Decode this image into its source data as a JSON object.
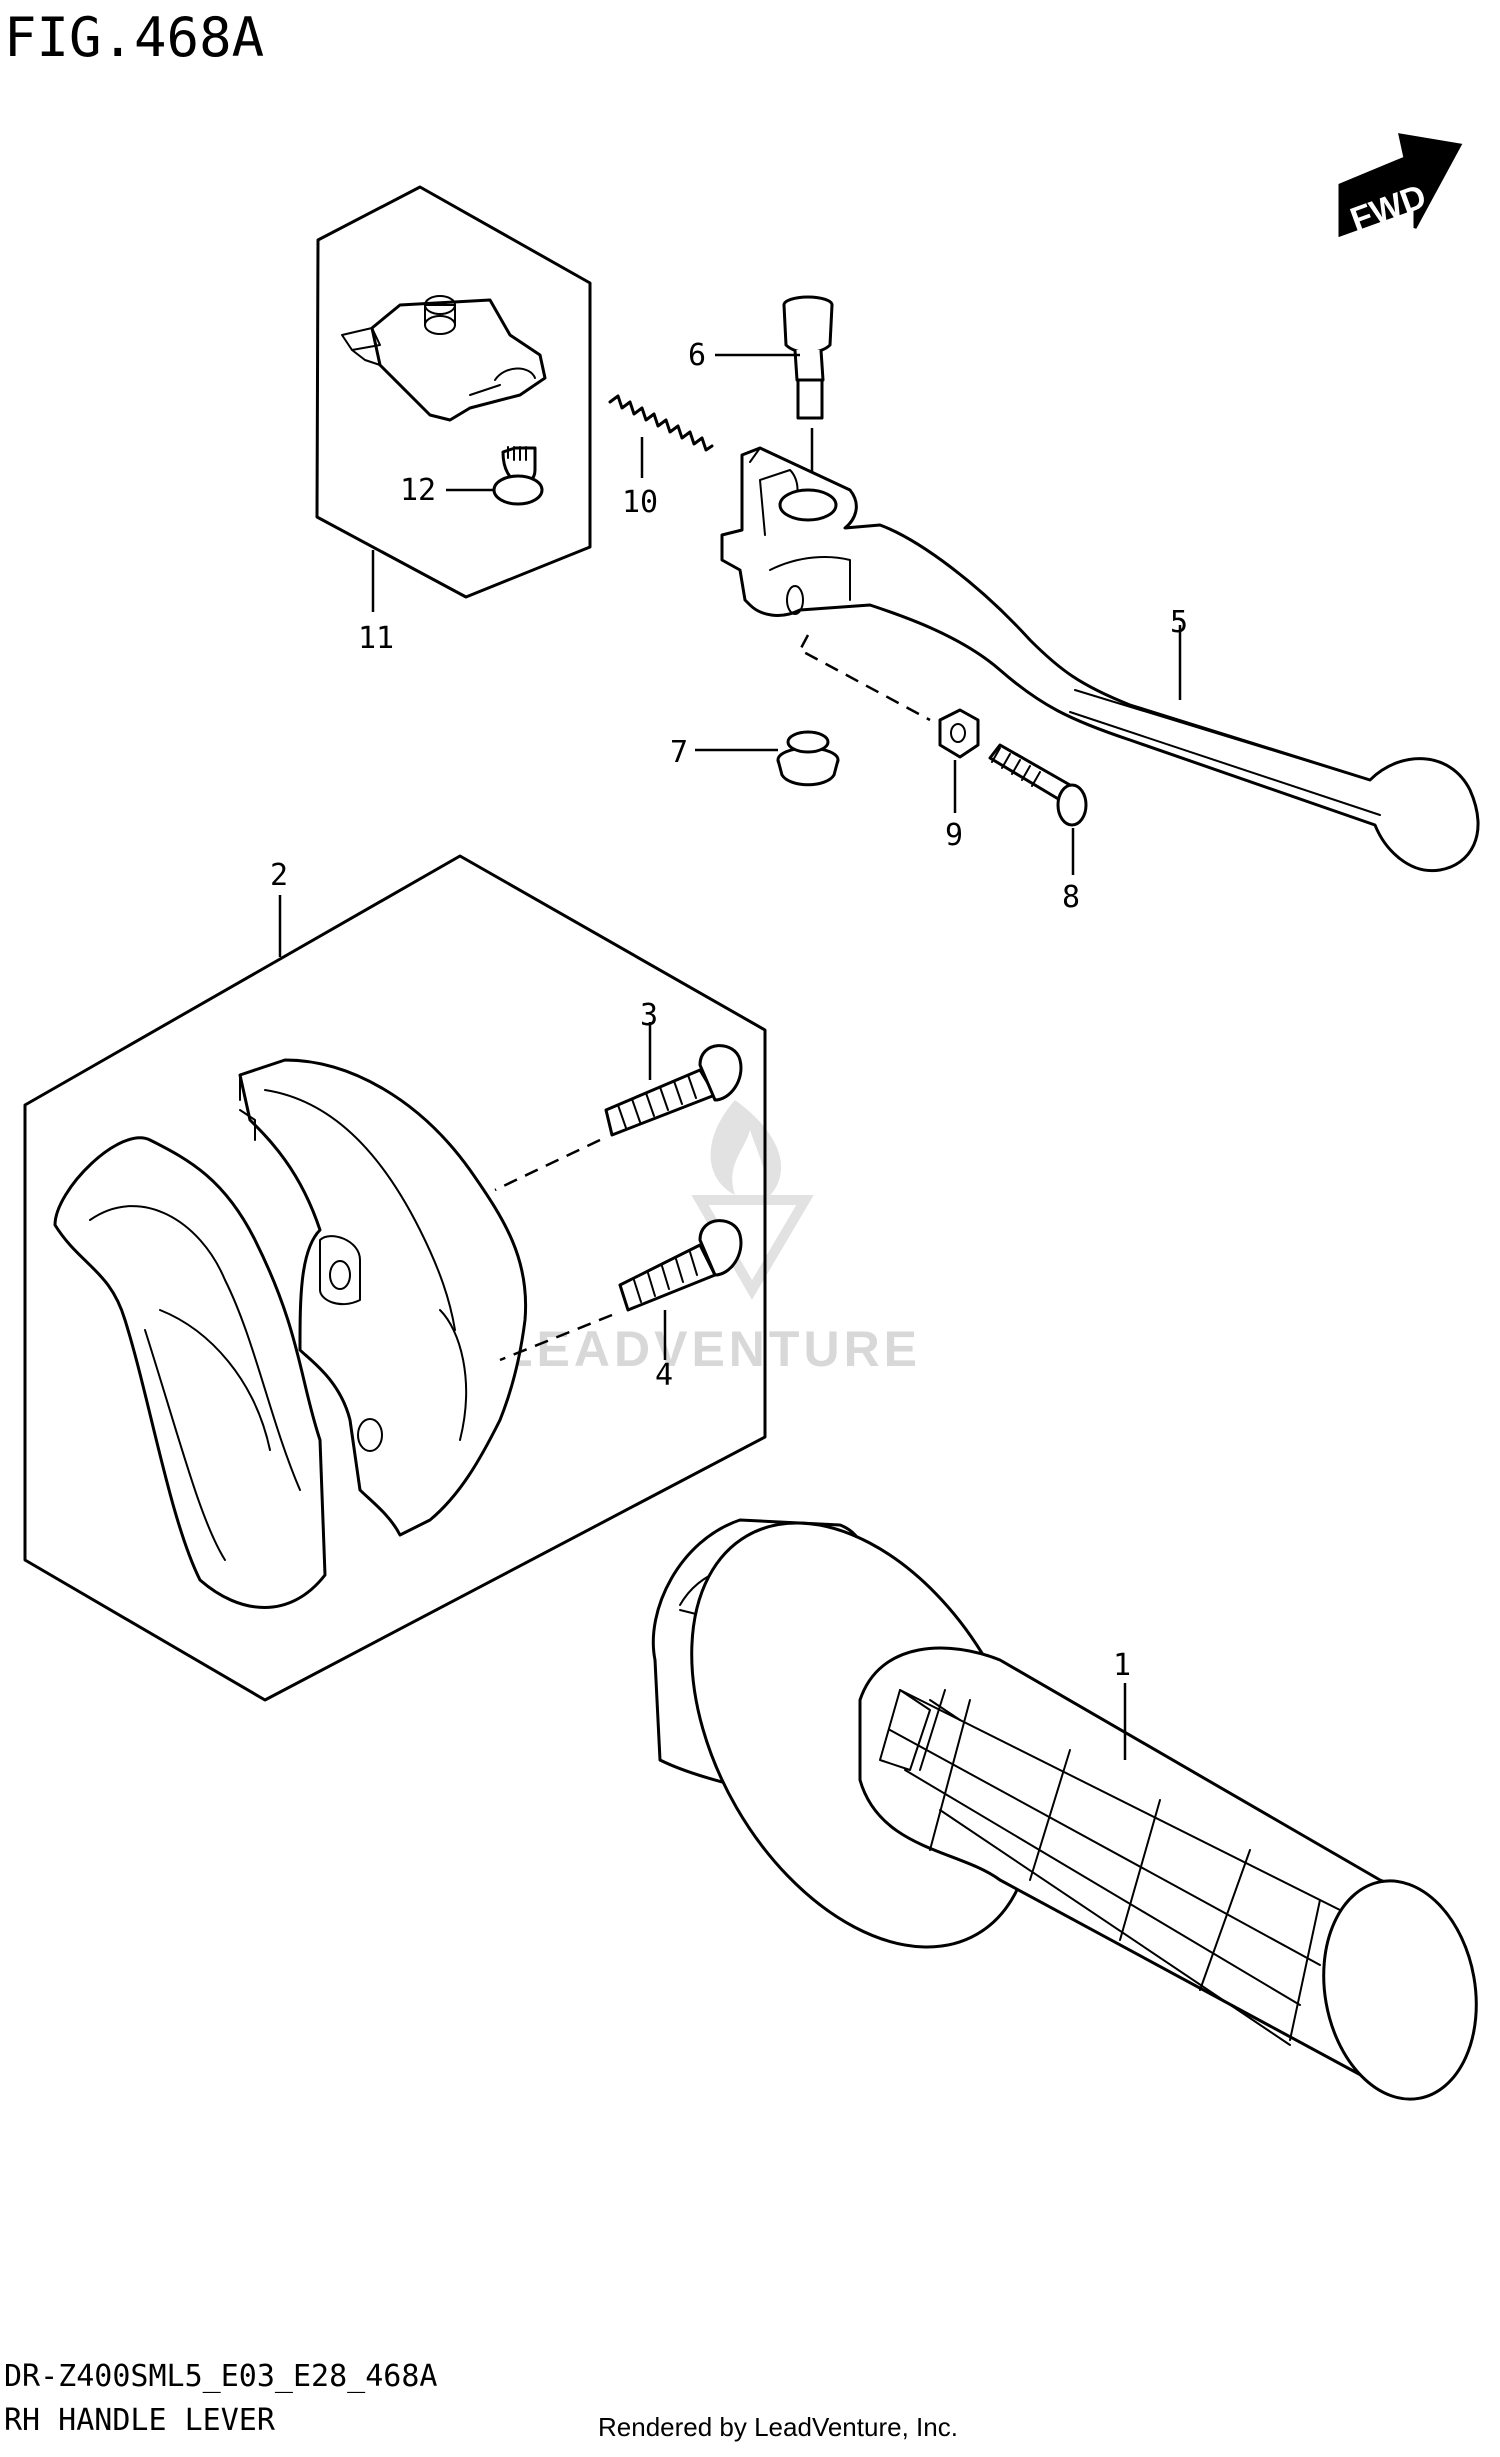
{
  "figure": {
    "title": "FIG.468A",
    "model_code": "DR-Z400SML5_E03_E28_468A",
    "caption": "RH HANDLE LEVER",
    "credit": "Rendered by LeadVenture, Inc.",
    "watermark": "LEADVENTURE",
    "direction_label": "FWD"
  },
  "callouts": [
    {
      "id": "1",
      "label": "1"
    },
    {
      "id": "2",
      "label": "2"
    },
    {
      "id": "3",
      "label": "3"
    },
    {
      "id": "4",
      "label": "4"
    },
    {
      "id": "5",
      "label": "5"
    },
    {
      "id": "6",
      "label": "6"
    },
    {
      "id": "7",
      "label": "7"
    },
    {
      "id": "8",
      "label": "8"
    },
    {
      "id": "9",
      "label": "9"
    },
    {
      "id": "10",
      "label": "10"
    },
    {
      "id": "11",
      "label": "11"
    },
    {
      "id": "12",
      "label": "12"
    }
  ]
}
